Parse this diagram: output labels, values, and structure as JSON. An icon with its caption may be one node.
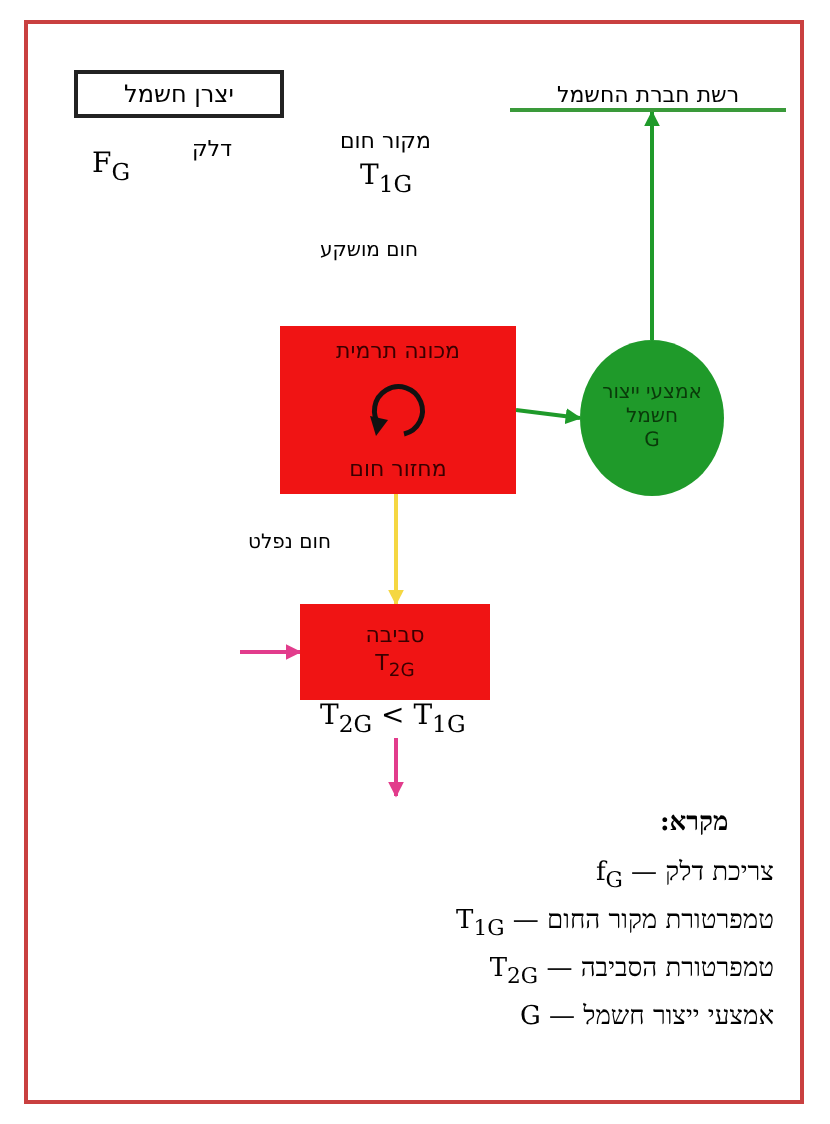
{
  "diagram": {
    "nodes": [
      {
        "text": [
          "יצרן חשמל"
        ]
      },
      {
        "text": [
          "רשת חברת החשמל"
        ]
      },
      {
        "text": [
          "מכונה תרמית",
          "מחזור חום"
        ]
      },
      {
        "text": [
          "אמצעי ייצור חשמל",
          "G"
        ]
      },
      {
        "text": [
          "סביבה",
          "T$_{2G}$"
        ]
      }
    ],
    "edges": [
      {
        "from": 2,
        "to": 3,
        "arrow": "to"
      },
      {
        "from": 3,
        "to": 1,
        "arrow": "to"
      },
      {
        "from": 2,
        "to": 4,
        "arrow": "to",
        "label": "חום נפלט",
        "color": "#f5d742"
      },
      {
        "from": null,
        "to": 4,
        "arrow": "to",
        "color": "#e23c8c"
      },
      {
        "from": 4,
        "to": null,
        "arrow": "to",
        "color": "#e23c8c"
      }
    ],
    "labels": [
      "F$_{G}$",
      "דלק",
      "מקור חום",
      "T$_{1G}$",
      "חום מושקע",
      "T$_{2G}$ < T$_{1G}$",
      "מקרא:",
      "צריכת דלק — f$_{G}$",
      "טמפרטורת מקור החום — T$_{1G}$",
      "טמפרטורת הסביבה — T$_{2G}$",
      "אמצעי ייצור חשמל — G"
    ]
  }
}
